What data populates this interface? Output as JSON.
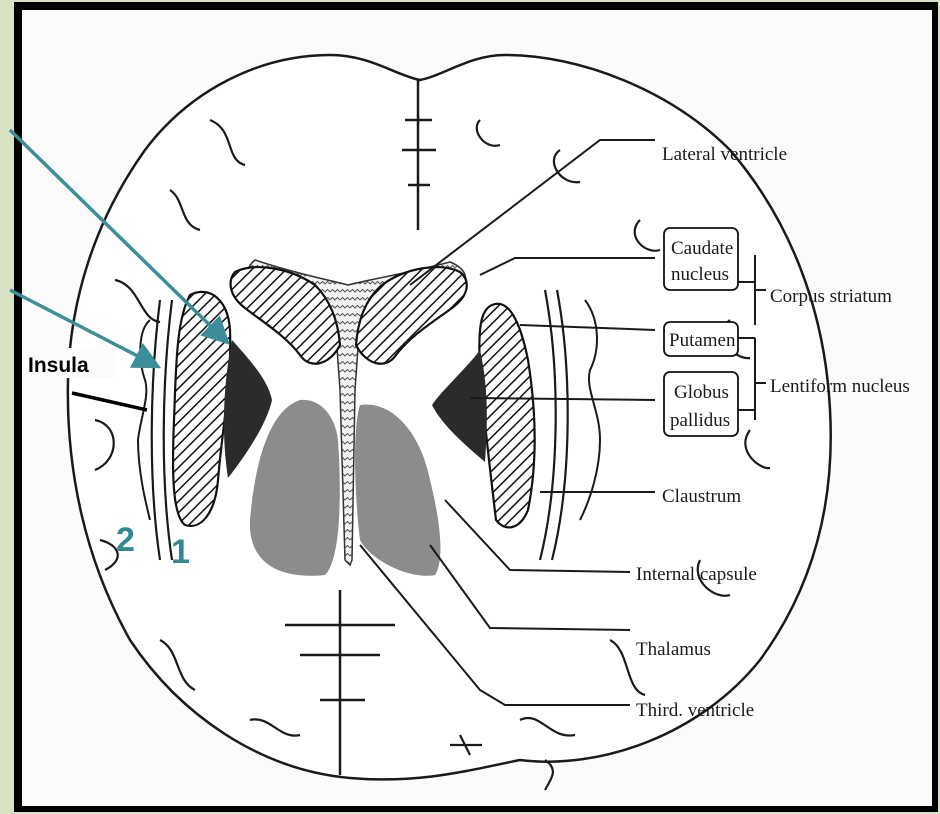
{
  "labels": {
    "lateral_ventricle": "Lateral ventricle",
    "caudate_1": "Caudate",
    "caudate_2": "nucleus",
    "corpus_striatum": "Corpus striatum",
    "putamen": "Putamen",
    "lentiform_nucleus": "Lentiform nucleus",
    "globus_1": "Globus",
    "globus_2": "pallidus",
    "claustrum": "Claustrum",
    "internal_capsule": "Internal capsule",
    "thalamus": "Thalamus",
    "third_ventricle": "Third. ventricle"
  },
  "annotations": {
    "insula": "Insula",
    "marker_1": "1",
    "marker_2": "2"
  },
  "colors": {
    "frame_border": "#000000",
    "side_panel": "#d9e3c4",
    "arrow": "#3c8e9a",
    "number": "#2f8a96",
    "thalamus_fill": "#8c8c8c",
    "globus_fill": "#2b2b2b"
  }
}
